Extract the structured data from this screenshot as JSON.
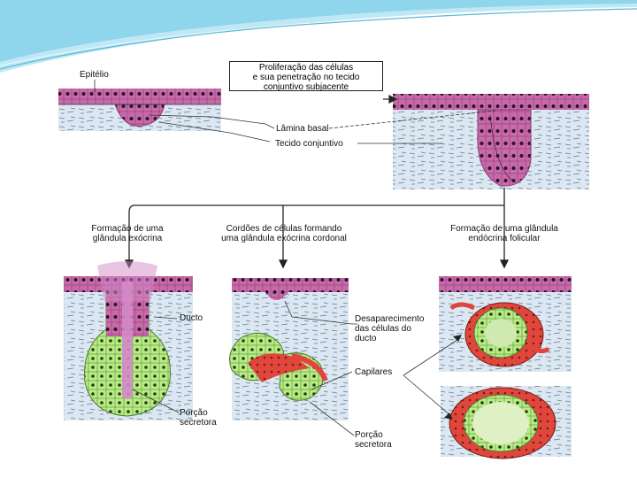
{
  "labels": {
    "epitelio": "Epitélio",
    "proliferacao": [
      "Proliferação das células",
      "e sua penetração no tecido",
      "conjuntivo subjacente"
    ],
    "lamina_basal": "Lâmina basal",
    "tecido_conjuntivo": "Tecido conjuntivo",
    "formacao_exocrina": [
      "Formação de uma",
      "glândula exócrina"
    ],
    "cordoes": [
      "Cordões de células formando",
      "uma glândula exócrina cordonal"
    ],
    "formacao_endocrina": [
      "Formação de uma glândula",
      "endócrina folicular"
    ],
    "ducto": "Ducto",
    "porcao_secretora_1": [
      "Porção",
      "secretora"
    ],
    "desaparecimento": [
      "Desaparecimento",
      "das células do",
      "ducto"
    ],
    "capilares": "Capilares",
    "porcao_secretora_2": [
      "Porção",
      "secretora"
    ]
  },
  "colors": {
    "epithelium": "#c86aa8",
    "epithelium_dark": "#8e3a78",
    "nucleus": "#2a1030",
    "connective": "#dbe8f3",
    "connective_fiber": "#6a7a88",
    "secretory": "#b8ec86",
    "capillary": "#e0463c",
    "banner": "#8fd6ec"
  }
}
